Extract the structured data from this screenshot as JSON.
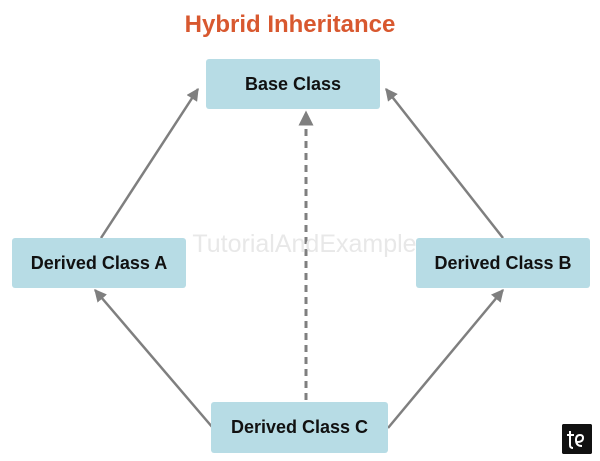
{
  "diagram": {
    "title": "Hybrid Inheritance",
    "nodes": {
      "base": "Base Class",
      "derived_a": "Derived Class A",
      "derived_b": "Derived Class B",
      "derived_c": "Derived Class C"
    },
    "edges": [
      {
        "from": "Derived Class A",
        "to": "Base Class",
        "style": "solid"
      },
      {
        "from": "Derived Class B",
        "to": "Base Class",
        "style": "solid"
      },
      {
        "from": "Derived Class C",
        "to": "Derived Class A",
        "style": "solid"
      },
      {
        "from": "Derived Class C",
        "to": "Derived Class B",
        "style": "solid"
      },
      {
        "from": "Derived Class C",
        "to": "Base Class",
        "style": "dashed"
      }
    ]
  },
  "watermark": "TutorialAndExample",
  "logo_text": "te",
  "colors": {
    "title": "#d8582f",
    "box_fill": "#b7dce5",
    "arrow": "#7f7f7f",
    "logo_bg": "#111111"
  }
}
